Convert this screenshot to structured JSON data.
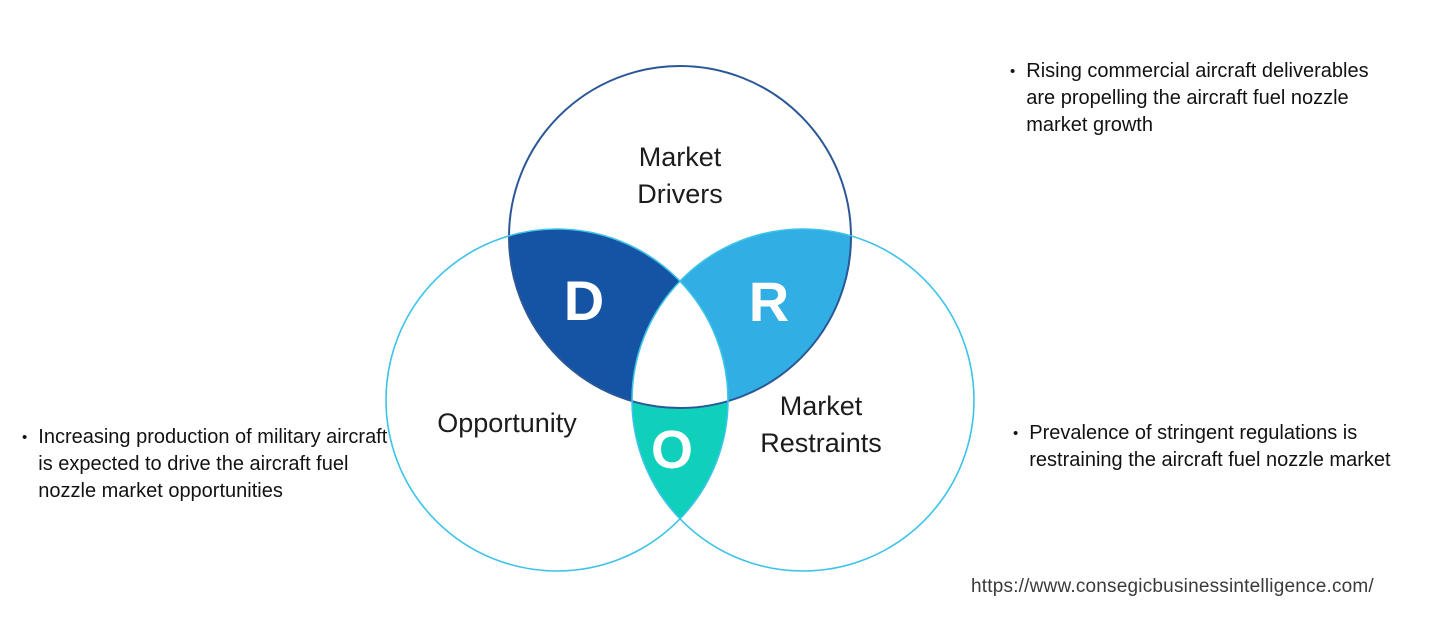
{
  "diagram": {
    "top": {
      "label_line1": "Market",
      "label_line2": "Drivers",
      "letter": "D"
    },
    "left": {
      "label": "Opportunity",
      "letter": "O"
    },
    "right": {
      "label_line1": "Market",
      "label_line2": "Restraints",
      "letter": "R"
    },
    "colors": {
      "top_stroke": "#2a5796",
      "left_stroke": "#3cc3e8",
      "right_stroke": "#3cc3e8",
      "d_fill": "#1553a4",
      "r_fill": "#31aee4",
      "o_fill": "#0fd0ba",
      "center_fill": "#ffffff",
      "letter_color": "#ffffff",
      "label_color": "#1c1c1c"
    }
  },
  "bullets": {
    "marker": "•",
    "left": "Increasing production of military aircraft is expected to drive the aircraft fuel nozzle market opportunities",
    "top_right": "Rising commercial aircraft deliverables are propelling the aircraft fuel nozzle market growth",
    "bottom_right": "Prevalence of stringent regulations is restraining the aircraft fuel nozzle market"
  },
  "footer": {
    "url": "https://www.consegicbusinessintelligence.com/"
  }
}
